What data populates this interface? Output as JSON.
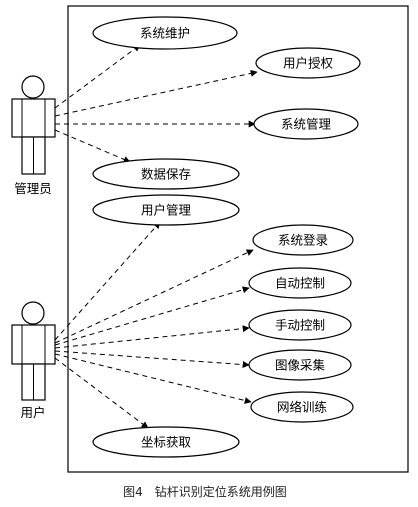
{
  "system_boundary": {},
  "actors": [
    {
      "id": "admin",
      "name": "管理员"
    },
    {
      "id": "user",
      "name": "用户"
    }
  ],
  "use_cases": [
    {
      "id": "uc1",
      "label": "系统维护",
      "actor": "admin"
    },
    {
      "id": "uc2",
      "label": "用户授权",
      "actor": "admin"
    },
    {
      "id": "uc3",
      "label": "系统管理",
      "actor": "admin"
    },
    {
      "id": "uc4",
      "label": "数据保存",
      "actor": "admin"
    },
    {
      "id": "uc5",
      "label": "用户管理",
      "actor": "user"
    },
    {
      "id": "uc6",
      "label": "系统登录",
      "actor": "user"
    },
    {
      "id": "uc7",
      "label": "自动控制",
      "actor": "user"
    },
    {
      "id": "uc8",
      "label": "手动控制",
      "actor": "user"
    },
    {
      "id": "uc9",
      "label": "图像采集",
      "actor": "user"
    },
    {
      "id": "uc10",
      "label": "网络训练",
      "actor": "user"
    },
    {
      "id": "uc11",
      "label": "坐标获取",
      "actor": "user"
    }
  ],
  "relationship_style": "dashed-arrow",
  "caption": "图4　钻杆识别定位系统用例图"
}
